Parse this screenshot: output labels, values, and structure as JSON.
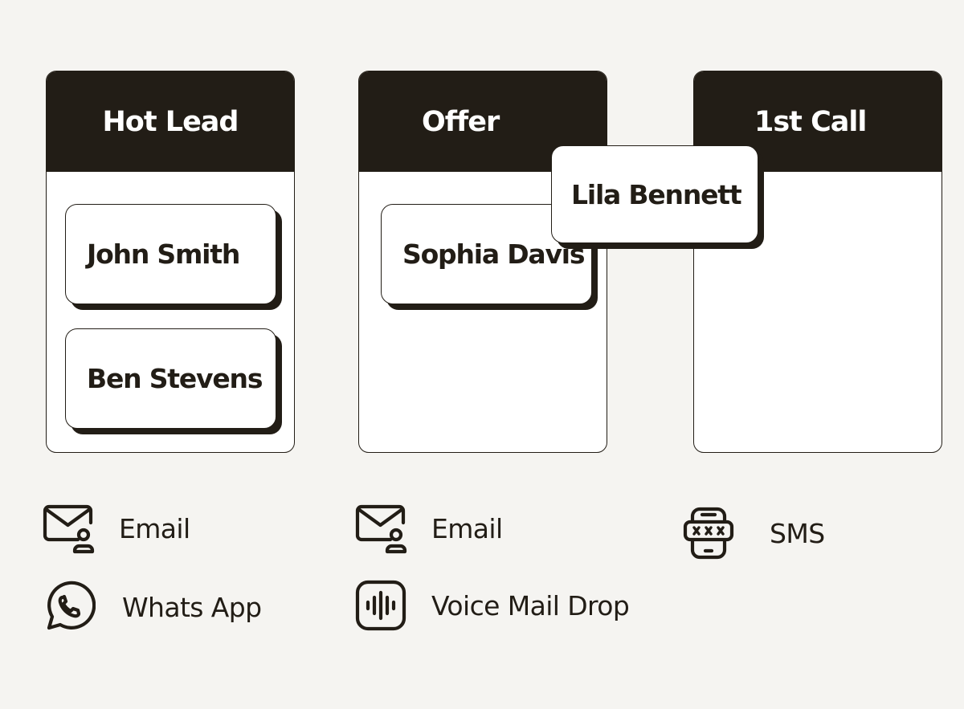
{
  "board": {
    "columns": [
      {
        "title": "Hot Lead",
        "cards": [
          "John Smith",
          "Ben Stevens"
        ]
      },
      {
        "title": "Offer",
        "cards": [
          "Sophia Davis"
        ]
      },
      {
        "title": "1st Call",
        "cards": []
      }
    ],
    "dragged_card": "Lila Bennett"
  },
  "channels": {
    "col1": [
      {
        "label": "Email",
        "icon": "email-user-icon"
      },
      {
        "label": "Whats App",
        "icon": "whatsapp-icon"
      }
    ],
    "col2": [
      {
        "label": "Email",
        "icon": "email-user-icon"
      },
      {
        "label": "Voice Mail Drop",
        "icon": "voicemail-icon"
      }
    ],
    "col3": [
      {
        "label": "SMS",
        "icon": "sms-icon"
      }
    ]
  },
  "colors": {
    "ink": "#221d16",
    "background": "#f5f4f1",
    "card": "#ffffff"
  }
}
